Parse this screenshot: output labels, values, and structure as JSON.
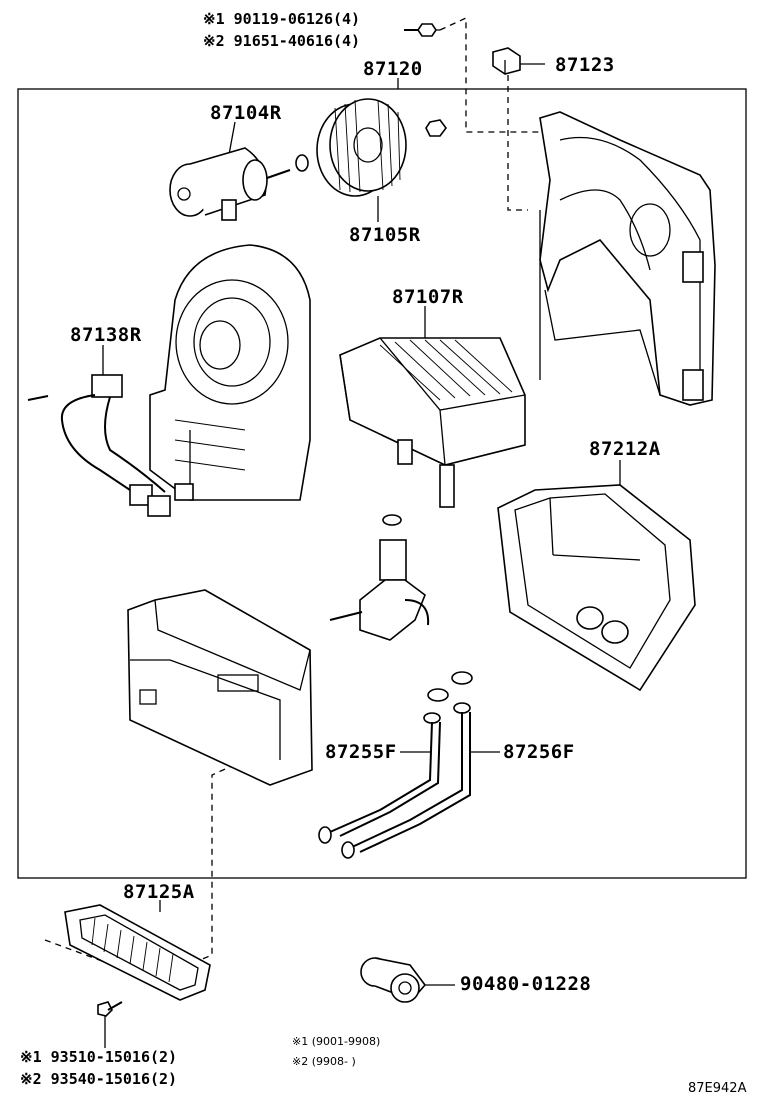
{
  "fasteners_top": {
    "line1": "※1 90119-06126(4)",
    "line2": "※2 91651-40616(4)"
  },
  "parts": {
    "p87120": "87120",
    "p87123": "87123",
    "p87104R": "87104R",
    "p87105R": "87105R",
    "p87107R": "87107R",
    "p87138R": "87138R",
    "p87212A": "87212A",
    "p87255F": "87255F",
    "p87256F": "87256F",
    "p87125A": "87125A",
    "p90480": "90480-01228"
  },
  "fasteners_bottom": {
    "line1": "※1 93510-15016(2)",
    "line2": "※2 93540-15016(2)"
  },
  "notes": {
    "note1": "※1 (9001-9908)",
    "note2": "※2 (9908-      )"
  },
  "figure_ref": "87E942A"
}
